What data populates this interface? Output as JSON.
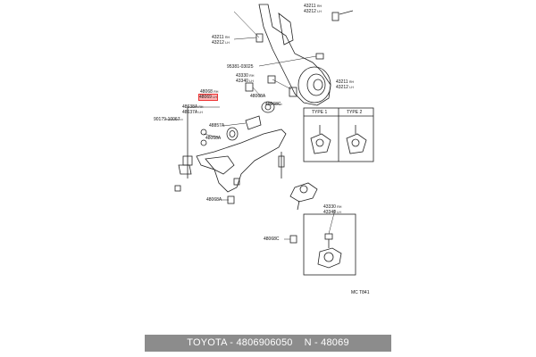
{
  "labels": {
    "p43211_top": "43211",
    "p43211_top_suf": "RH",
    "p43212_top": "43212",
    "p43212_top_suf": "LH",
    "p43211_left": "43211",
    "p43211_left_suf": "RH",
    "p43212_left": "43212",
    "p43212_left_suf": "LH",
    "p95381": "95381-03025",
    "p43330_mid": "43330",
    "p43330_mid_suf": "RH",
    "p43340_mid": "43340",
    "p43340_mid_suf": "LH",
    "p43211_right": "43211",
    "p43211_right_suf": "RH",
    "p43212_right": "43212",
    "p43212_right_suf": "LH",
    "p48068_hl": "48068",
    "p48068_hl_suf": "RH",
    "p48069_hl": "48069",
    "p48069_hl_suf": "LH",
    "p48068_a": "48068A",
    "p48068_c": "48068C",
    "p48638": "48638A",
    "p48638_suf": "RH",
    "p48637": "48637A",
    "p48637_suf": "LH",
    "p90179": "90179-10067",
    "p48857": "48857A",
    "p48068_b": "48068A",
    "p48068_d": "48068A",
    "p48068_e": "48068C",
    "p43330_low": "43330",
    "p43330_low_suf": "RH",
    "p43340_low": "43340",
    "p43340_low_suf": "LH",
    "type1": "TYPE 1",
    "type2": "TYPE 2",
    "code": "MC T841"
  },
  "caption": {
    "brand": "TOYOTA",
    "sep1": " - ",
    "part_number": "4806906050",
    "sep2": "    N - ",
    "diagram_number": "48069"
  },
  "colors": {
    "highlight": "#ff2828",
    "caption_bg": "#8c8c8c"
  }
}
